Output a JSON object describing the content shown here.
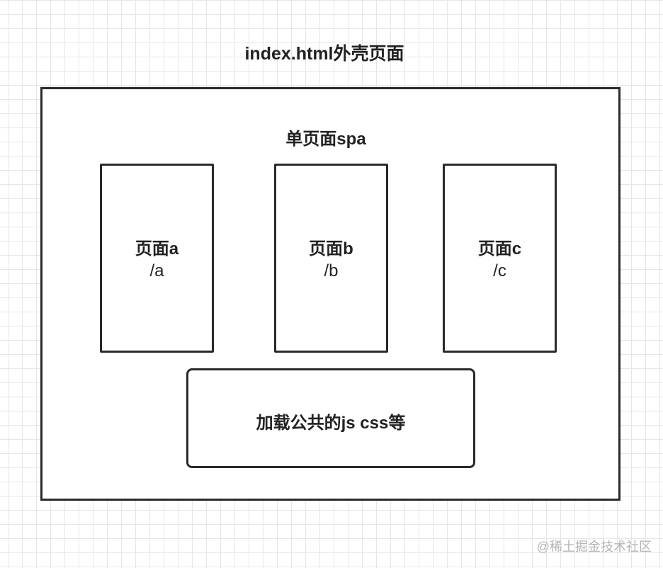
{
  "diagram": {
    "title": "index.html外壳页面",
    "spa_label": "单页面spa",
    "pages": [
      {
        "name": "页面a",
        "route": "/a"
      },
      {
        "name": "页面b",
        "route": "/b"
      },
      {
        "name": "页面c",
        "route": "/c"
      }
    ],
    "common_resources": "加载公共的js css等"
  },
  "watermark": "@稀土掘金技术社区"
}
